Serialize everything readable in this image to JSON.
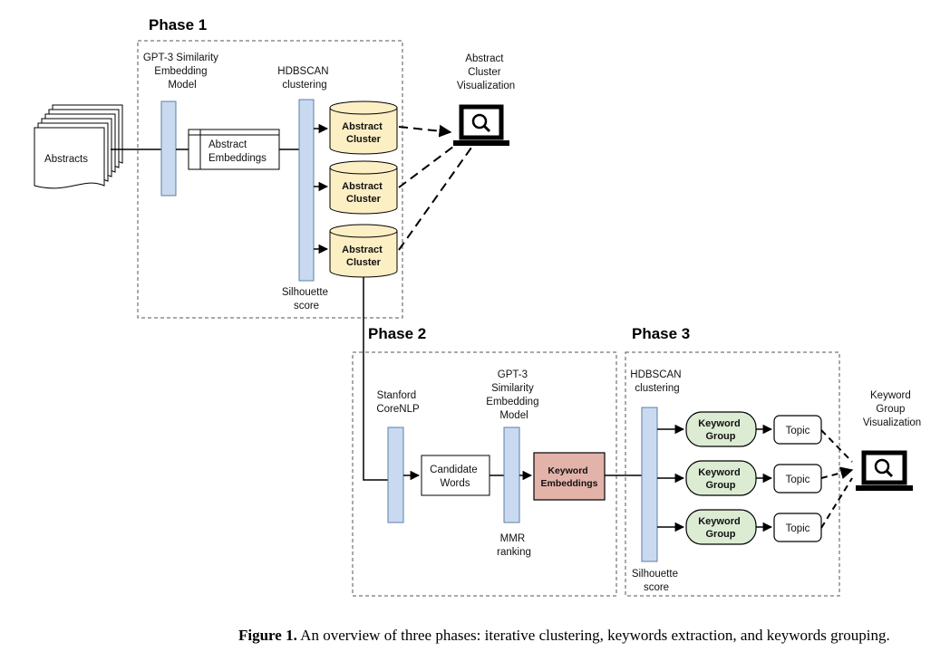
{
  "phases": {
    "phase1": "Phase 1",
    "phase2": "Phase 2",
    "phase3": "Phase 3"
  },
  "phase1": {
    "abstracts": "Abstracts",
    "embed_model": [
      "GPT-3 Similarity",
      "Embedding",
      "Model"
    ],
    "abstract_embeddings": [
      "Abstract",
      "Embeddings"
    ],
    "hdbscan": [
      "HDBSCAN",
      "clustering"
    ],
    "silhouette": [
      "Silhouette",
      "score"
    ],
    "clusters": [
      [
        "Abstract",
        "Cluster"
      ],
      [
        "Abstract",
        "Cluster"
      ],
      [
        "Abstract",
        "Cluster"
      ]
    ],
    "visualization": [
      "Abstract",
      "Cluster",
      "Visualization"
    ]
  },
  "phase2": {
    "corenlp": [
      "Stanford",
      "CoreNLP"
    ],
    "candidate_words": [
      "Candidate",
      "Words"
    ],
    "embed_model": [
      "GPT-3",
      "Similarity",
      "Embedding",
      "Model"
    ],
    "mmr": [
      "MMR",
      "ranking"
    ],
    "keyword_embeddings": [
      "Keyword",
      "Embeddings"
    ]
  },
  "phase3": {
    "hdbscan": [
      "HDBSCAN",
      "clustering"
    ],
    "silhouette": [
      "Silhouette",
      "score"
    ],
    "groups": [
      [
        "Keyword",
        "Group"
      ],
      [
        "Keyword",
        "Group"
      ],
      [
        "Keyword",
        "Group"
      ]
    ],
    "topics": [
      "Topic",
      "Topic",
      "Topic"
    ],
    "visualization": [
      "Keyword",
      "Group",
      "Visualization"
    ]
  },
  "caption": {
    "label": "Figure 1.",
    "text": "An overview of three phases: iterative clustering, keywords extraction, and keywords grouping."
  },
  "colors": {
    "bar_fill": "#c9daf0",
    "bar_stroke": "#5b7fa6",
    "cluster_fill": "#fdefc4",
    "group_fill": "#dcecd3",
    "keyword_embed_fill": "#e3b3aa"
  },
  "icons": [
    "laptop-search-icon",
    "document-stack-icon"
  ]
}
